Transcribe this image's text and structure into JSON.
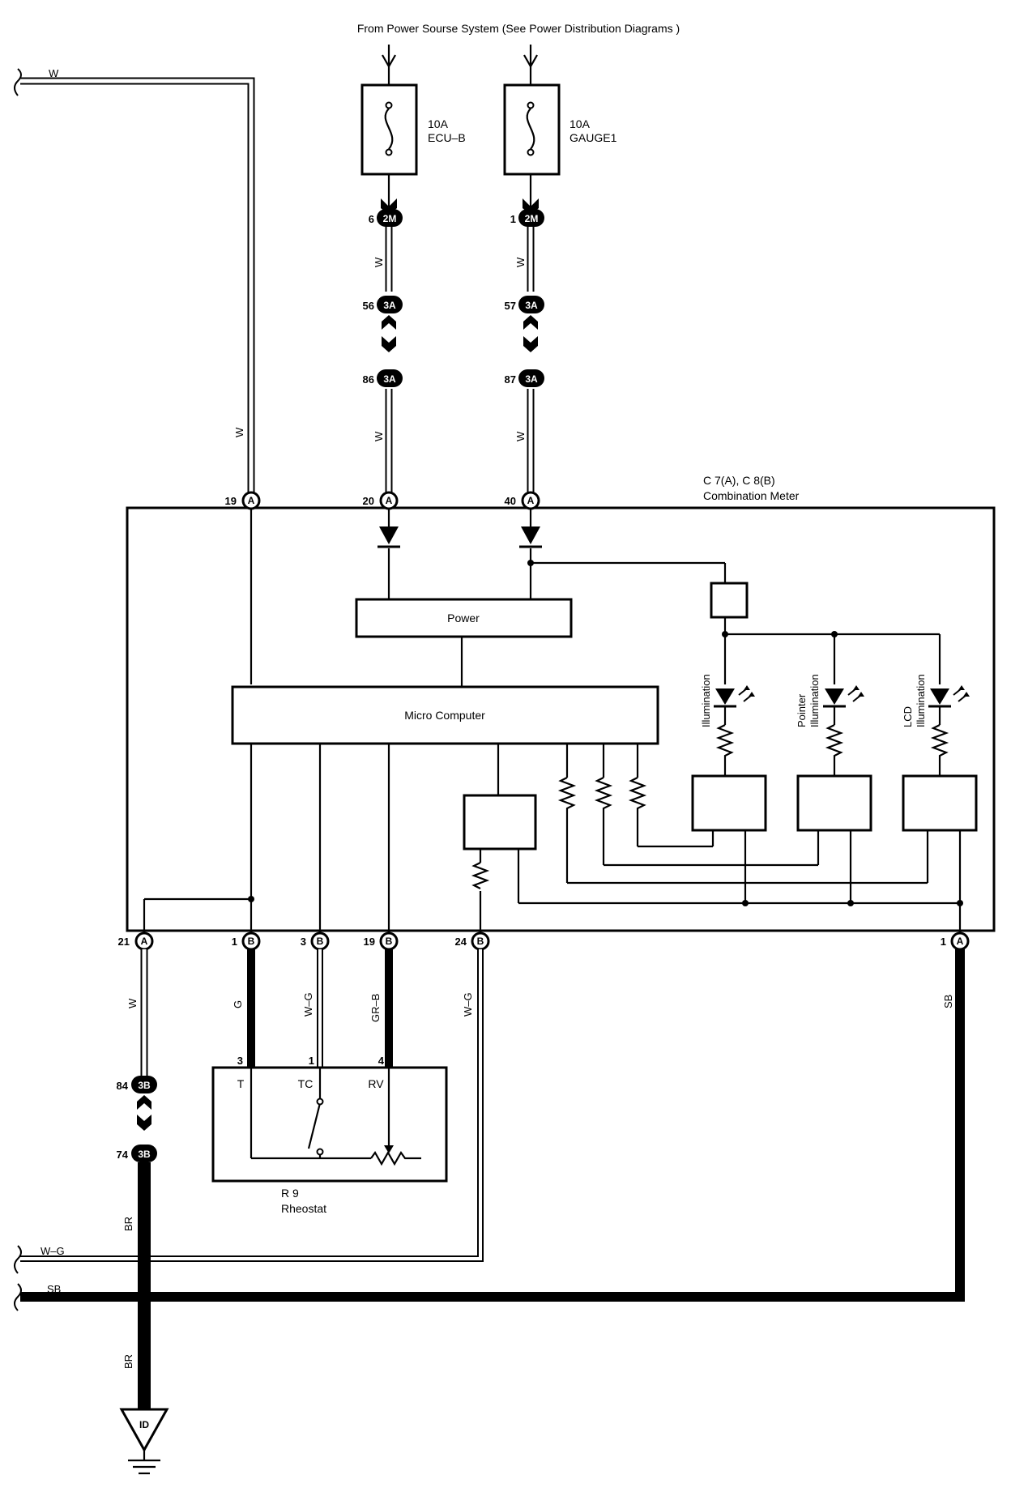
{
  "header": {
    "source": "From Power Sourse System (See Power Distribution Diagrams )"
  },
  "fuses": [
    {
      "rating": "10A",
      "name": "ECU–B"
    },
    {
      "rating": "10A",
      "name": "GAUGE1"
    }
  ],
  "meter": {
    "code": "C 7(A), C 8(B)",
    "name": "Combination Meter"
  },
  "blocks": {
    "power": "Power",
    "micro": "Micro Computer"
  },
  "lamps": [
    {
      "line1": "Illumination",
      "line2": ""
    },
    {
      "line1": "Pointer",
      "line2": "Illumination"
    },
    {
      "line1": "LCD",
      "line2": "Illumination"
    }
  ],
  "rheostat": {
    "code": "R 9",
    "name": "Rheostat",
    "pin_t": "T",
    "pin_tc": "TC",
    "pin_rv": "RV",
    "num_t": "3",
    "num_tc": "1",
    "num_rv": "4"
  },
  "wires": {
    "w": "W",
    "wg": "W–G",
    "sb": "SB",
    "br": "BR",
    "g": "G",
    "grb": "GR–B"
  },
  "connectors": {
    "c2m": "2M",
    "c3a": "3A",
    "c3b": "3B",
    "ca": "A",
    "cb": "B",
    "ground": "ID"
  },
  "pins": {
    "p6": "6",
    "p1_2m": "1",
    "p56": "56",
    "p57": "57",
    "p86": "86",
    "p87": "87",
    "p19a": "19",
    "p20a": "20",
    "p40a": "40",
    "p21a": "21",
    "p1b": "1",
    "p3b": "3",
    "p19b": "19",
    "p24b": "24",
    "p1a": "1",
    "p84": "84",
    "p74": "74"
  }
}
